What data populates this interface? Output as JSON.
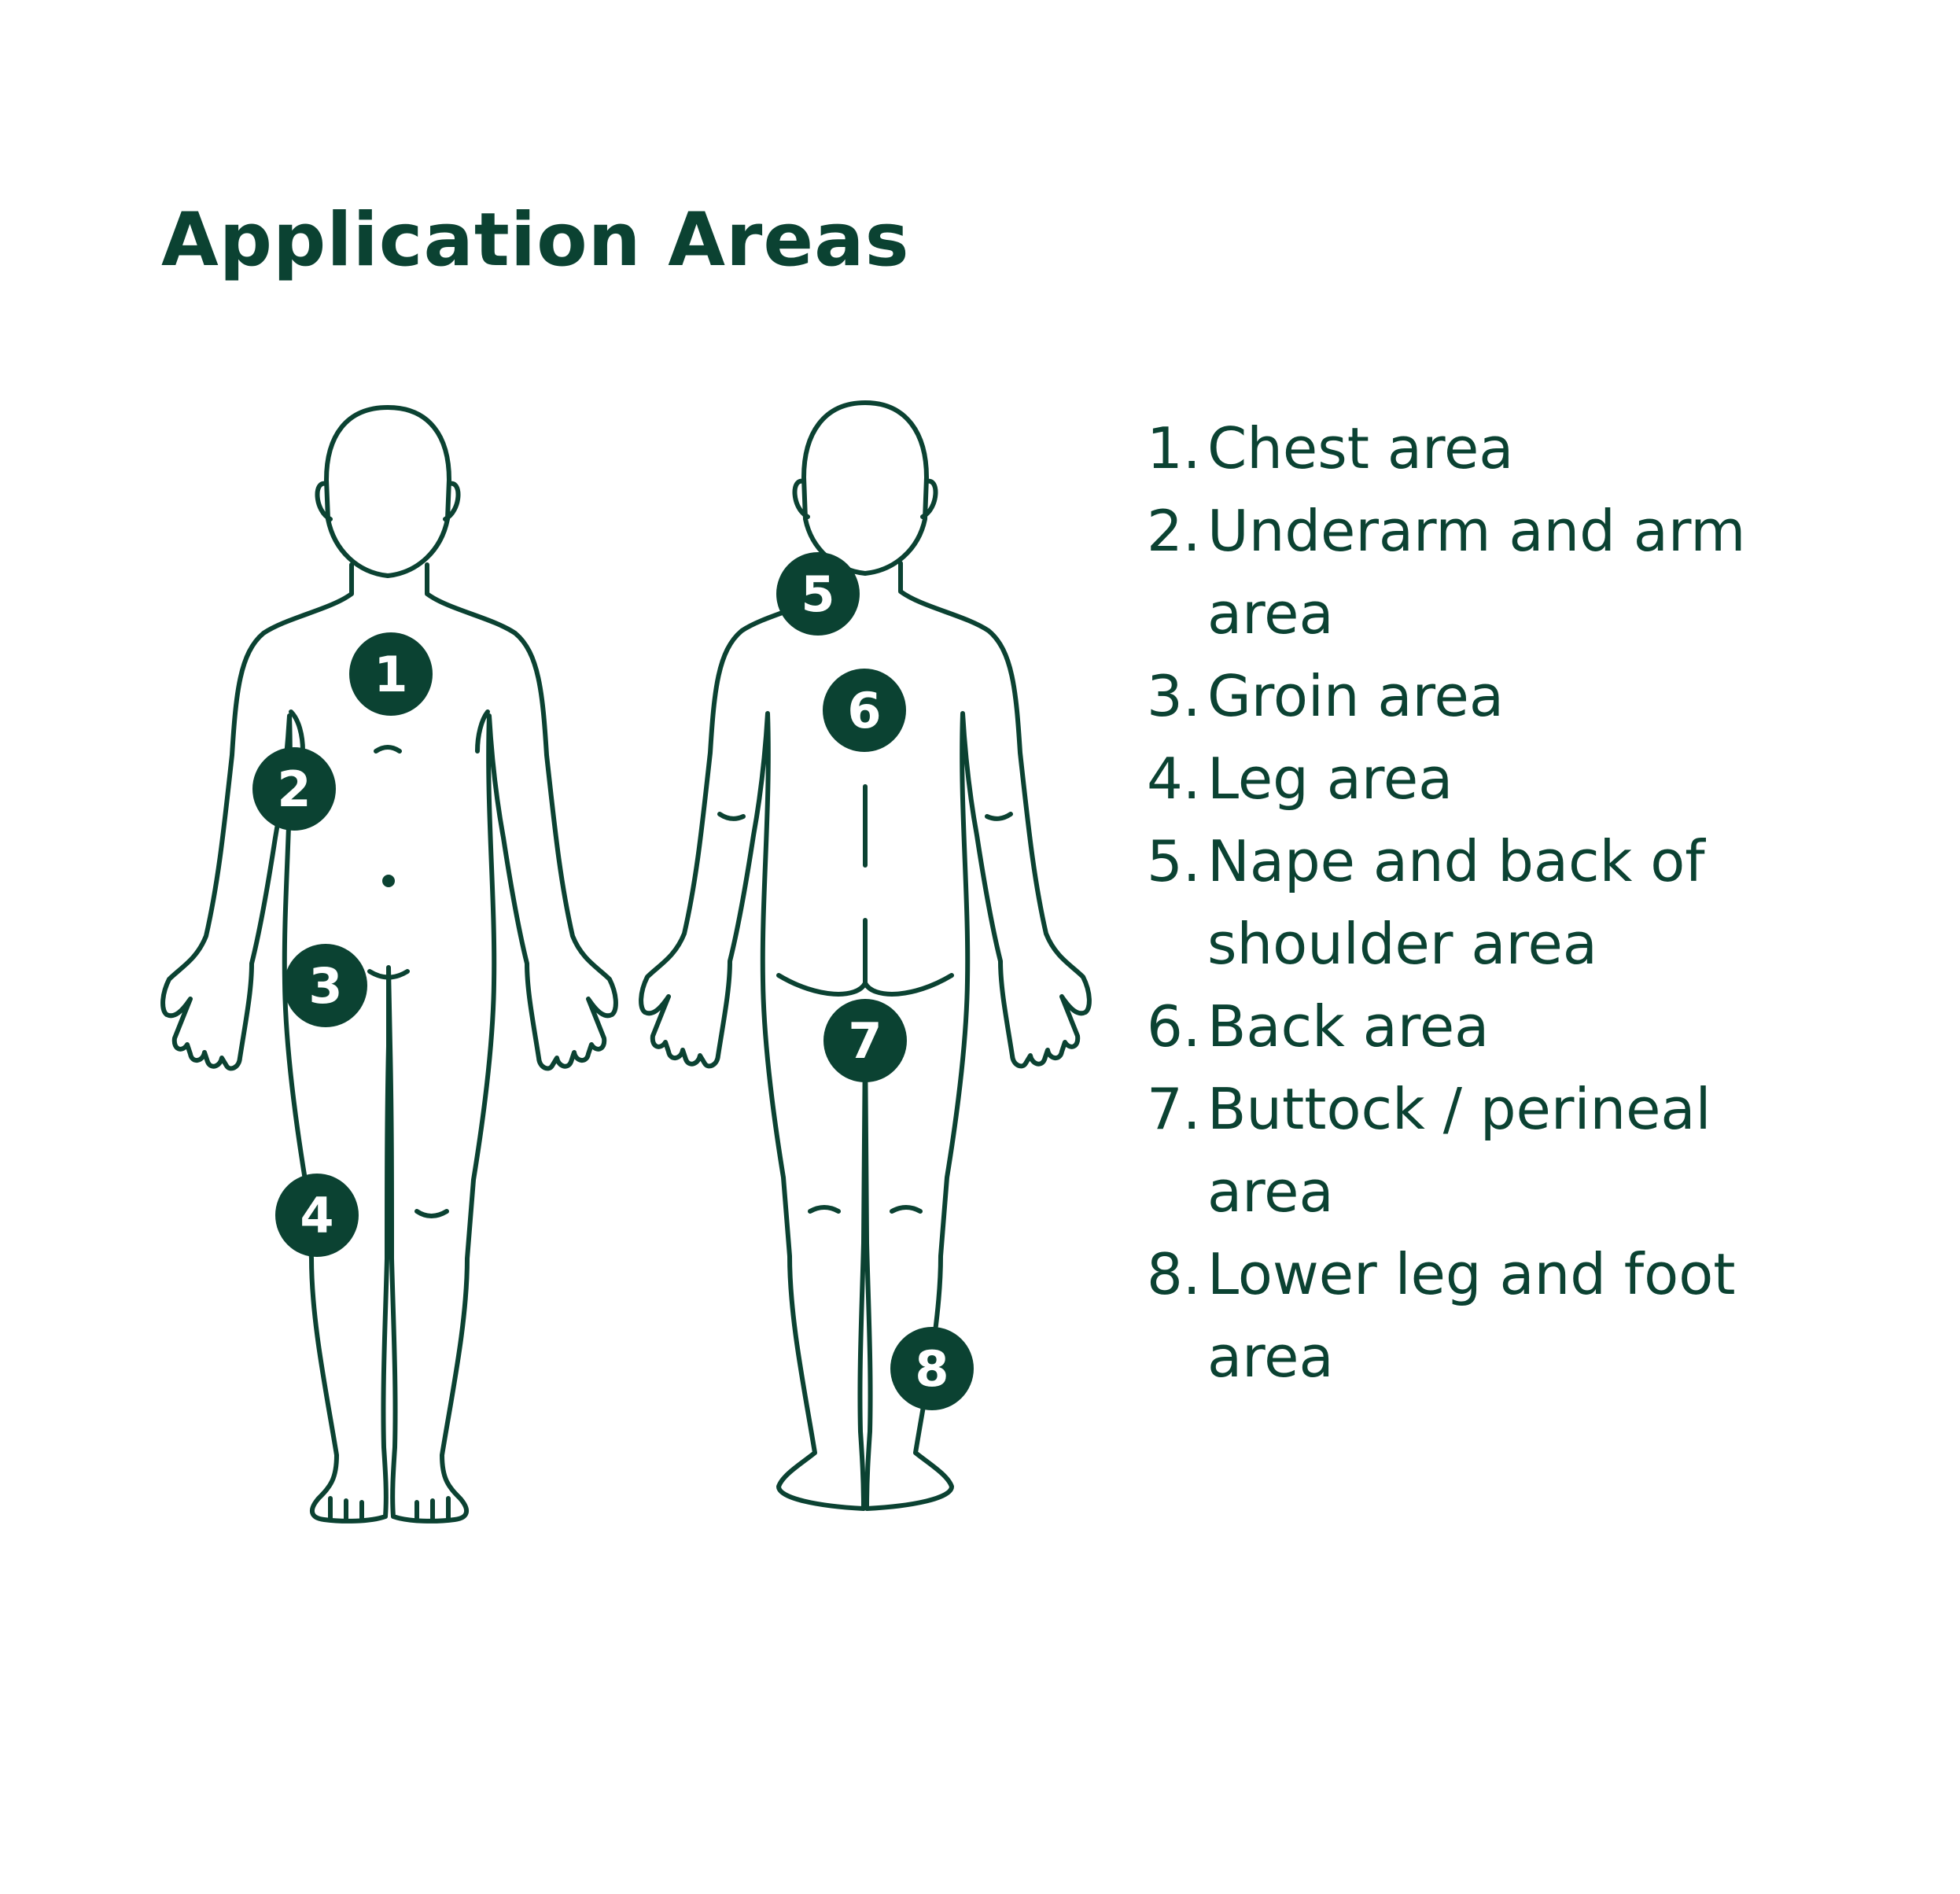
{
  "colors": {
    "ink": "#0b4232",
    "background": "#ffffff",
    "marker_fill": "#0b4232",
    "marker_text": "#ffffff"
  },
  "title": "Application Areas",
  "markers": [
    {
      "number": "1",
      "view": "front"
    },
    {
      "number": "2",
      "view": "front"
    },
    {
      "number": "3",
      "view": "front"
    },
    {
      "number": "4",
      "view": "front"
    },
    {
      "number": "5",
      "view": "back"
    },
    {
      "number": "6",
      "view": "back"
    },
    {
      "number": "7",
      "view": "back"
    },
    {
      "number": "8",
      "view": "back"
    }
  ],
  "legend": [
    {
      "number": "1.",
      "text": "Chest area"
    },
    {
      "number": "2.",
      "text": "Underarm and arm area"
    },
    {
      "number": "3.",
      "text": "Groin area"
    },
    {
      "number": "4.",
      "text": "Leg area"
    },
    {
      "number": "5.",
      "text": "Nape and back of shoulder area"
    },
    {
      "number": "6.",
      "text": "Back area"
    },
    {
      "number": "7.",
      "text": "Buttock / perineal area"
    },
    {
      "number": "8.",
      "text": "Lower leg and foot area"
    }
  ]
}
